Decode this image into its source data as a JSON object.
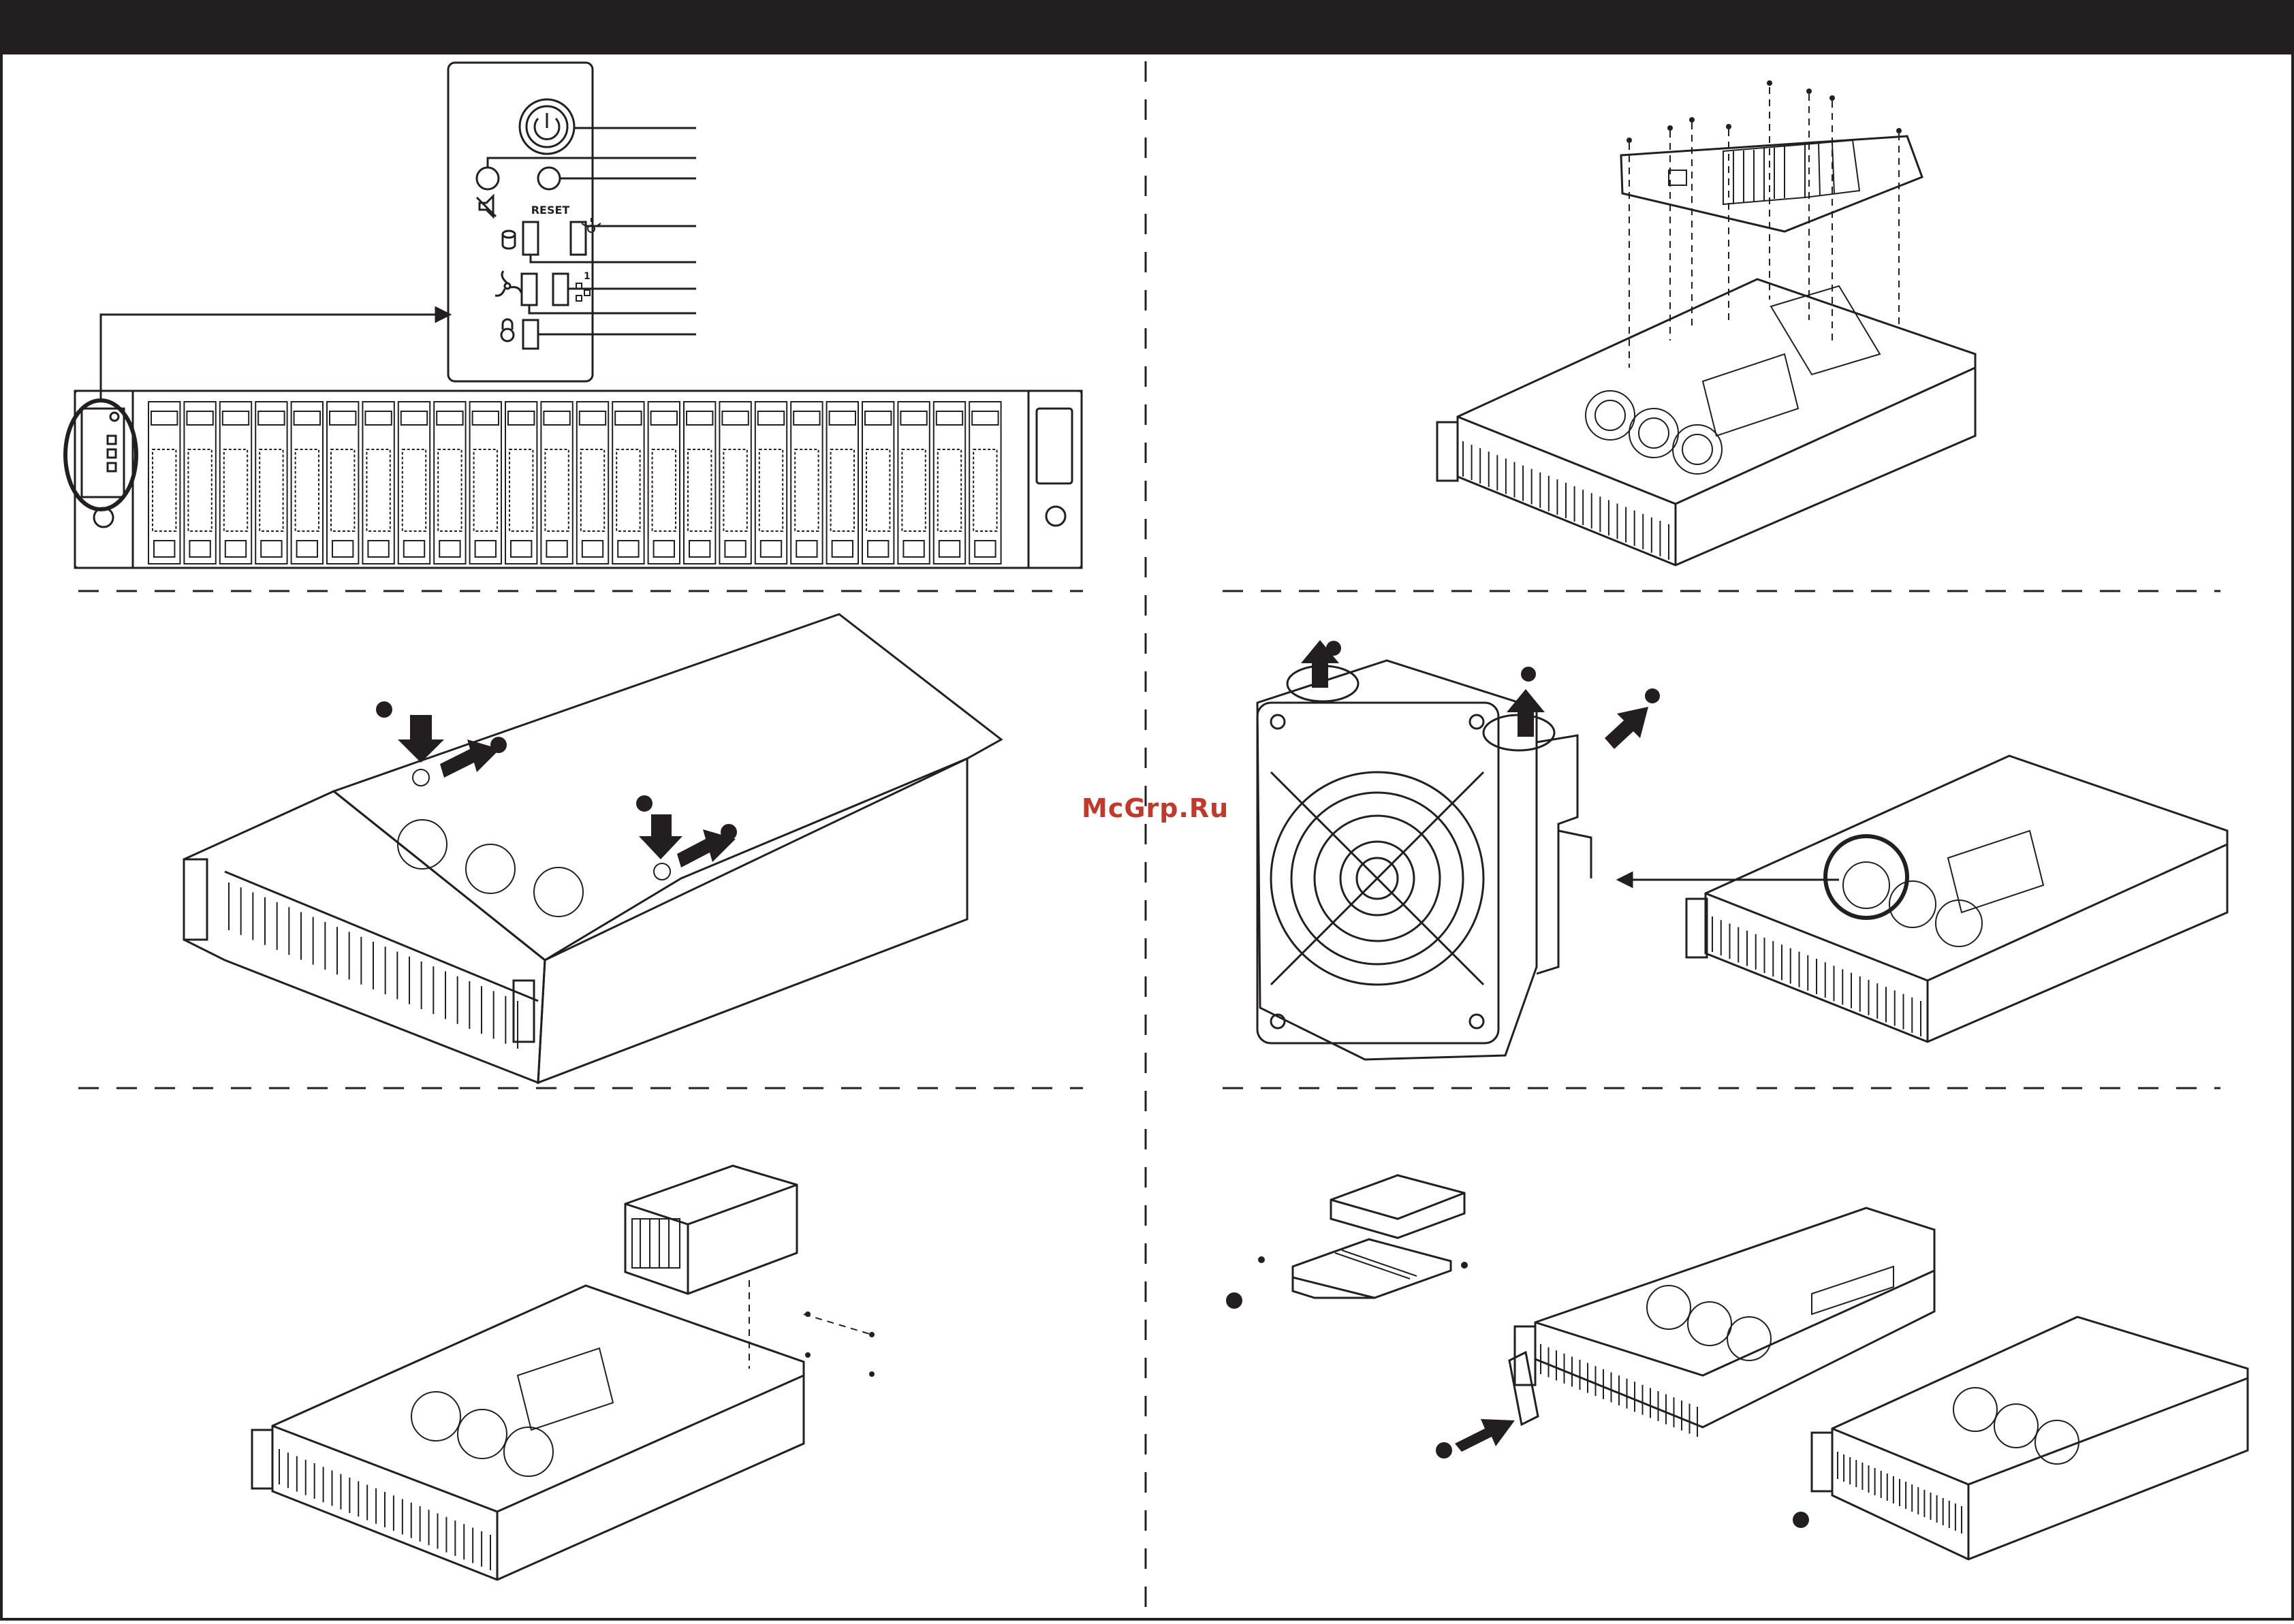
{
  "watermark": "McGrp.Ru",
  "front_panel": {
    "reset_label": "RESET",
    "lan_number": "1"
  },
  "colors": {
    "header_bar": "#231f20",
    "line": "#231f20",
    "watermark": "#c0392b"
  },
  "icons": [
    "power-button-icon",
    "mute-icon",
    "hdd-led-icon",
    "overheat-led-icon",
    "fan-icon",
    "lan-led-icon",
    "lock-icon"
  ]
}
